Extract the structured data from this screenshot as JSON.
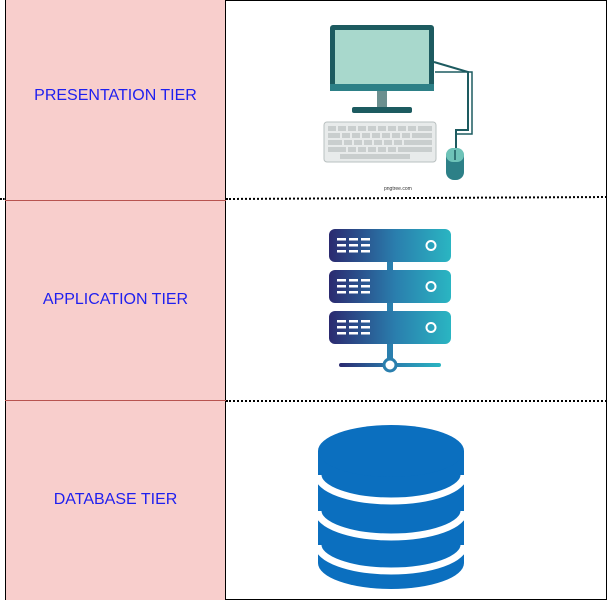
{
  "tiers": [
    {
      "label": "PRESENTATION TIER",
      "icon": "computer-icon"
    },
    {
      "label": "APPLICATION TIER",
      "icon": "server-rack-icon"
    },
    {
      "label": "DATABASE TIER",
      "icon": "database-icon"
    }
  ],
  "watermark": "pngtree.com",
  "colors": {
    "label_bg": "#f8cecc",
    "label_text": "#1f1fef",
    "database": "#0b6fbf",
    "server_dark": "#2b2a70",
    "server_light": "#2ab5c2",
    "monitor": "#1d5b60",
    "screen": "#a8d8cc"
  }
}
